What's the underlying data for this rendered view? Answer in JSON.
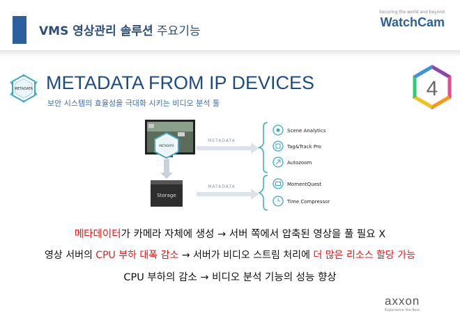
{
  "header": {
    "title_bold": "VMS 영상관리 솔루션",
    "title_rest": "주요기능",
    "brand_tagline": "Securing the world and beyond",
    "brand_name": "WatchCam"
  },
  "section": {
    "icon_label": "METADATA",
    "title": "METADATA FROM IP DEVICES",
    "subtitle": "보안 시스템의 효율성을 극대화 시키는 비디오 분석 툴",
    "step_number": "4"
  },
  "diagram": {
    "camera_label": "METADATA",
    "storage_label": "Storage",
    "arrow_top_label": "METADATA",
    "arrow_bottom_label": "MATADATA",
    "group_top": [
      {
        "label": "Scene Analytics",
        "icon": "scene-analytics-icon"
      },
      {
        "label": "Tag&Track Pro",
        "icon": "tag-track-icon"
      },
      {
        "label": "Autozoom",
        "icon": "autozoom-icon"
      }
    ],
    "group_bottom": [
      {
        "label": "MomentQuest",
        "icon": "momentquest-icon"
      },
      {
        "label": "Time Compressor",
        "icon": "time-compressor-icon"
      }
    ]
  },
  "lines": {
    "line1_red": "메타데이터",
    "line1_rest": "가 카메라 자체에 생성 → 서버 쪽에서 압축된 영상을 풀 필요 X",
    "line2_a": "영상 서버의 ",
    "line2_red1": "CPU 부하 대폭 감소",
    "line2_b": " → 서버가 비디오 스트림 처리에 ",
    "line2_red2": "더 많은 리소스 할당 가능",
    "line3": "CPU 부하의 감소 → 비디오 분석 기능의 성능 향상"
  },
  "footer": {
    "logo_text": "axxon",
    "logo_tagline": "Experience the Best"
  },
  "colors": {
    "accent_blue": "#2b5f9e",
    "highlight_red": "#e21b1b",
    "teal": "#3aa9c9"
  }
}
